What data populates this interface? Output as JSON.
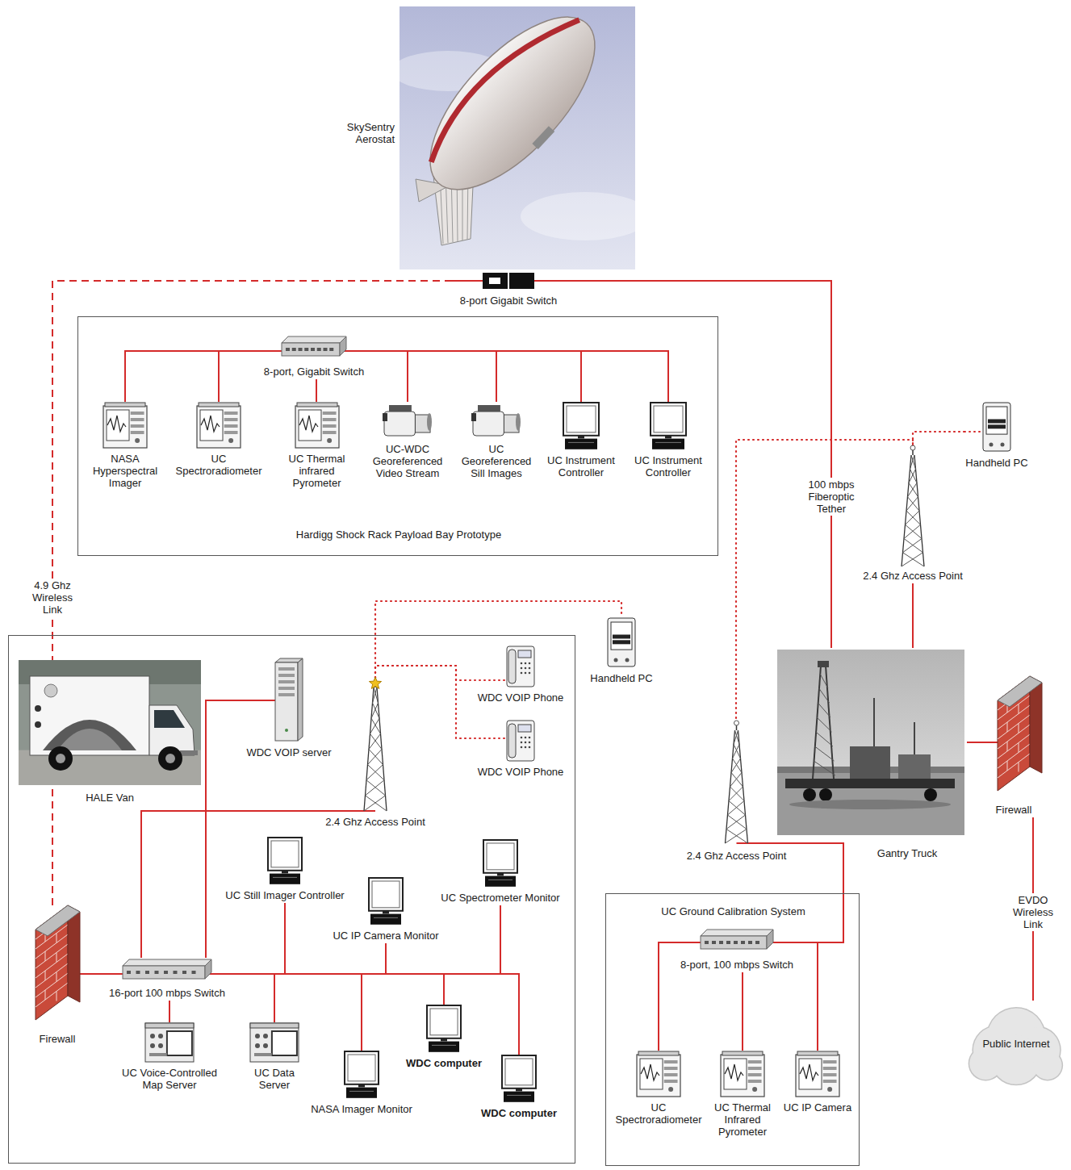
{
  "diagram": {
    "nodes": [
      {
        "text": [
          "SkySentry Aerostat"
        ]
      },
      {
        "text": [
          "8-port Gigabit Switch"
        ]
      },
      {
        "text": [
          "Hardigg Shock Rack Payload Bay Prototype"
        ]
      },
      {
        "text": [
          "8-port, Gigabit Switch"
        ],
        "in": 2
      },
      {
        "text": [
          "NASA Hyperspectral Imager"
        ],
        "in": 2
      },
      {
        "text": [
          "UC Spectroradiometer"
        ],
        "in": 2
      },
      {
        "text": [
          "UC Thermal infrared Pyrometer"
        ],
        "in": 2
      },
      {
        "text": [
          "UC-WDC Georeferenced Video Stream"
        ],
        "in": 2
      },
      {
        "text": [
          "UC Georeferenced Sill Images"
        ],
        "in": 2
      },
      {
        "text": [
          "UC Instrument Controller"
        ],
        "in": 2
      },
      {
        "text": [
          "UC Instrument Controller"
        ],
        "in": 2
      },
      {
        "text": [
          "Handheld PC"
        ]
      },
      {
        "text": [
          "2.4 Ghz Access Point"
        ]
      },
      {
        "text": [
          "Gantry Truck"
        ]
      },
      {
        "text": [
          "Firewall"
        ]
      },
      {
        "text": [
          "Public Internet"
        ]
      },
      {
        "text": [
          "HALE Van"
        ]
      },
      {
        "text": [
          "WDC VOIP server"
        ],
        "in": 16
      },
      {
        "text": [
          "2.4 Ghz Access Point"
        ],
        "in": 16
      },
      {
        "text": [
          "WDC VOIP Phone"
        ],
        "in": 16
      },
      {
        "text": [
          "WDC VOIP Phone"
        ],
        "in": 16
      },
      {
        "text": [
          "UC Still Imager Controller"
        ],
        "in": 16
      },
      {
        "text": [
          "UC IP Camera Monitor"
        ],
        "in": 16
      },
      {
        "text": [
          "UC Spectrometer Monitor"
        ],
        "in": 16
      },
      {
        "text": [
          "Firewall"
        ],
        "in": 16
      },
      {
        "text": [
          "16-port 100 mbps Switch"
        ],
        "in": 16
      },
      {
        "text": [
          "UC Voice-Controlled Map Server"
        ],
        "in": 16
      },
      {
        "text": [
          "UC Data Server"
        ],
        "in": 16
      },
      {
        "text": [
          "NASA Imager Monitor"
        ],
        "in": 16
      },
      {
        "text": [
          "WDC computer"
        ],
        "in": 16
      },
      {
        "text": [
          "WDC computer"
        ],
        "in": 16
      },
      {
        "text": [
          "Handheld PC"
        ]
      },
      {
        "text": [
          "2.4 Ghz Access Point"
        ]
      },
      {
        "text": [
          "UC Ground Calibration System"
        ]
      },
      {
        "text": [
          "8-port, 100 mbps Switch"
        ],
        "in": 33
      },
      {
        "text": [
          "UC Spectroradiometer"
        ],
        "in": 33
      },
      {
        "text": [
          "UC Thermal Infrared Pyrometer"
        ],
        "in": 33
      },
      {
        "text": [
          "UC IP Camera"
        ],
        "in": 33
      }
    ],
    "edges": [
      {
        "from": 1,
        "to": 13,
        "label": "100 mbps Fiberoptic Tether",
        "arrow": "none"
      },
      {
        "from": 1,
        "to": 24,
        "label": "4.9 Ghz Wireless Link",
        "arrow": "none"
      },
      {
        "from": 3,
        "to": 4,
        "arrow": "none"
      },
      {
        "from": 3,
        "to": 5,
        "arrow": "none"
      },
      {
        "from": 3,
        "to": 6,
        "arrow": "none"
      },
      {
        "from": 3,
        "to": 7,
        "arrow": "none"
      },
      {
        "from": 3,
        "to": 8,
        "arrow": "none"
      },
      {
        "from": 3,
        "to": 9,
        "arrow": "none"
      },
      {
        "from": 3,
        "to": 10,
        "arrow": "none"
      },
      {
        "from": 11,
        "to": 12,
        "arrow": "none"
      },
      {
        "from": 12,
        "to": 32,
        "arrow": "none"
      },
      {
        "from": 12,
        "to": 13,
        "arrow": "none"
      },
      {
        "from": 13,
        "to": 14,
        "arrow": "none"
      },
      {
        "from": 14,
        "to": 15,
        "label": "EVDO Wireless Link",
        "arrow": "none"
      },
      {
        "from": 18,
        "to": 31,
        "arrow": "none"
      },
      {
        "from": 18,
        "to": 19,
        "arrow": "none"
      },
      {
        "from": 18,
        "to": 20,
        "arrow": "none"
      },
      {
        "from": 25,
        "to": 17,
        "arrow": "none"
      },
      {
        "from": 25,
        "to": 18,
        "arrow": "none"
      },
      {
        "from": 25,
        "to": 21,
        "arrow": "none"
      },
      {
        "from": 25,
        "to": 22,
        "arrow": "none"
      },
      {
        "from": 25,
        "to": 23,
        "arrow": "none"
      },
      {
        "from": 25,
        "to": 24,
        "arrow": "none"
      },
      {
        "from": 25,
        "to": 26,
        "arrow": "none"
      },
      {
        "from": 25,
        "to": 27,
        "arrow": "none"
      },
      {
        "from": 25,
        "to": 28,
        "arrow": "none"
      },
      {
        "from": 25,
        "to": 29,
        "arrow": "none"
      },
      {
        "from": 25,
        "to": 30,
        "arrow": "none"
      },
      {
        "from": 32,
        "to": 34,
        "arrow": "none"
      },
      {
        "from": 34,
        "to": 35,
        "arrow": "none"
      },
      {
        "from": 34,
        "to": 36,
        "arrow": "none"
      },
      {
        "from": 34,
        "to": 37,
        "arrow": "none"
      }
    ]
  }
}
